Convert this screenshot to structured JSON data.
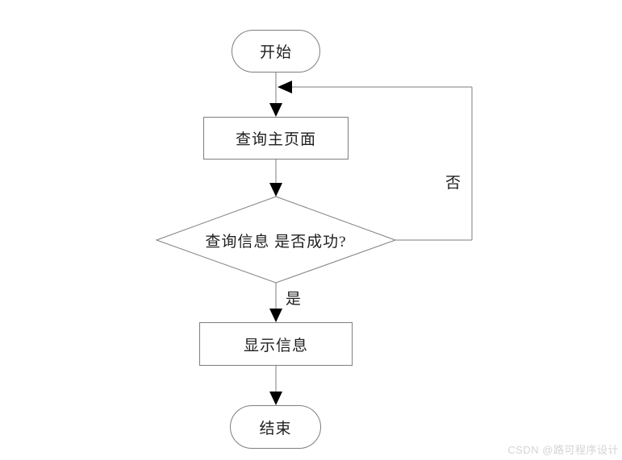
{
  "diagram": {
    "type": "flowchart",
    "nodes": {
      "start": {
        "label": "开始",
        "shape": "terminator"
      },
      "query_page": {
        "label": "查询主页面",
        "shape": "process"
      },
      "decision": {
        "label": "查询信息 是否成功?",
        "shape": "decision"
      },
      "show_info": {
        "label": "显示信息",
        "shape": "process"
      },
      "end": {
        "label": "结束",
        "shape": "terminator"
      }
    },
    "edges": {
      "yes_label": "是",
      "no_label": "否"
    },
    "flow": [
      "start -> query_page",
      "query_page -> decision",
      "decision -(是)-> show_info",
      "decision -(否)-> loop back to before query_page",
      "show_info -> end"
    ]
  },
  "watermark": "CSDN @路可程序设计",
  "colors": {
    "background": "#ffffff",
    "line": "#7e7e7e",
    "arrowhead": "#000000",
    "text": "#1f1f1f",
    "watermark_text": "#d4d4d4"
  }
}
